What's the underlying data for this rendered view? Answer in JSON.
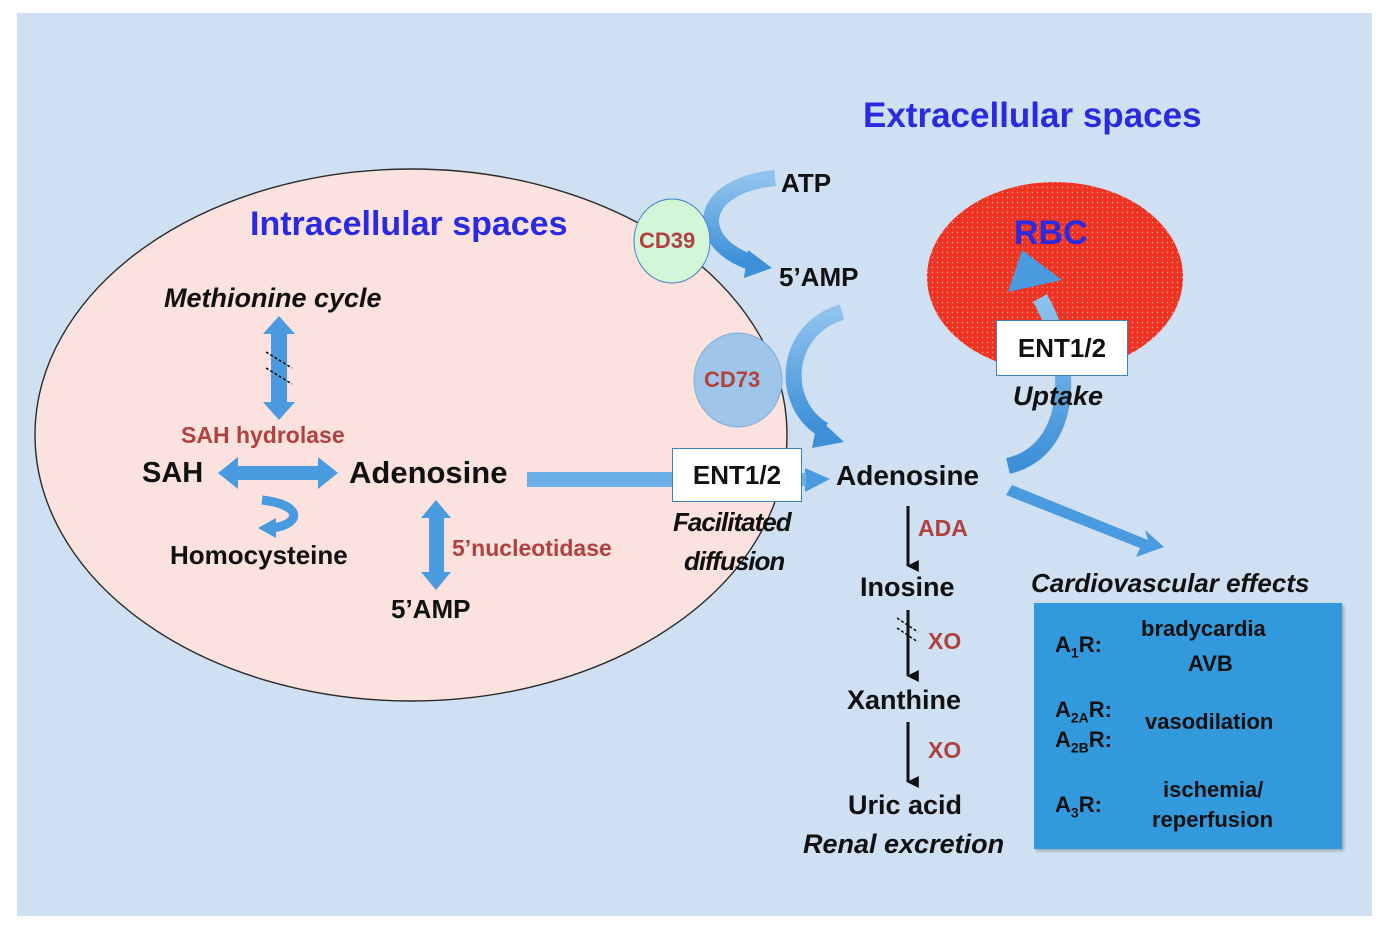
{
  "labels": {
    "extracellular_title": "Extracellular spaces",
    "intracellular_title": "Intracellular spaces",
    "rbc": "RBC",
    "cd39": "CD39",
    "cd73": "CD73",
    "atp": "ATP",
    "amp_extra": "5’AMP",
    "methionine_cycle": "Methionine cycle",
    "sah_hydrolase": "SAH hydrolase",
    "sah": "SAH",
    "adenosine_intra": "Adenosine",
    "homocysteine": "Homocysteine",
    "nucleotidase": "5’nucleotidase",
    "amp_intra": "5’AMP",
    "ent_diffusion": "ENT1/2",
    "facilitated": "Facilitated",
    "diffusion": "diffusion",
    "ent_uptake": "ENT1/2",
    "uptake": "Uptake",
    "adenosine_extra": "Adenosine",
    "ada": "ADA",
    "inosine": "Inosine",
    "xo1": "XO",
    "xanthine": "Xanthine",
    "xo2": "XO",
    "uric_acid": "Uric acid",
    "renal_excretion": "Renal excretion",
    "cardiovascular_effects": "Cardiovascular effects"
  },
  "effects": {
    "a1_prefix": "A",
    "a1_sub": "1",
    "a1_suffix": "R:",
    "a1_effect_1": "bradycardia",
    "a1_effect_2": "AVB",
    "a2a_prefix": "A",
    "a2a_sub": "2A",
    "a2a_suffix": "R:",
    "a2b_prefix": "A",
    "a2b_sub": "2B",
    "a2b_suffix": "R:",
    "a2_effect": "vasodilation",
    "a3_prefix": "A",
    "a3_sub": "3",
    "a3_suffix": "R:",
    "a3_effect_1": "ischemia/",
    "a3_effect_2": "reperfusion"
  },
  "colors": {
    "panel_background": "#cfe0f3",
    "cell_fill": "#fbe2df",
    "rbc_fill": "#ee3322",
    "arrow_blue": "#3d8fd8",
    "enzyme_red": "#b0413e",
    "title_blue": "#2a2ae0",
    "effects_box": "#3399dd",
    "cd39_fill": "#d3f5d8",
    "cd73_fill": "#9fc6e8"
  }
}
